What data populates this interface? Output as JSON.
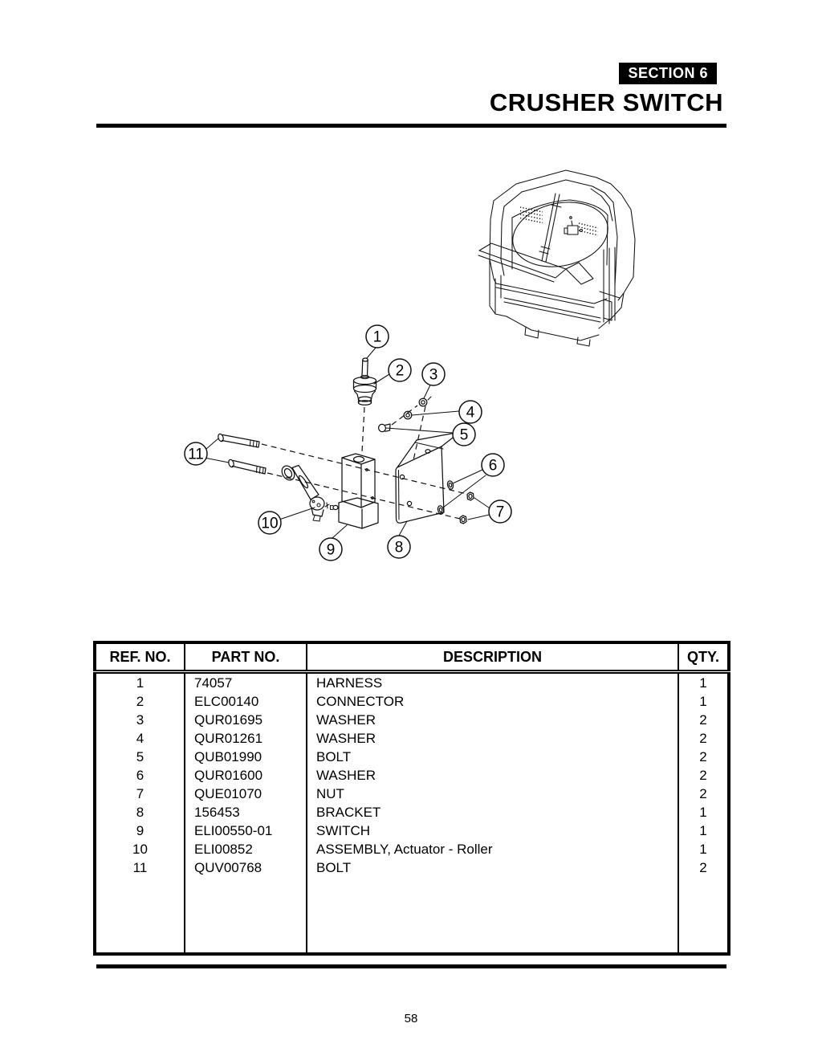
{
  "header": {
    "section_label": "SECTION 6",
    "title": "CRUSHER SWITCH"
  },
  "diagram": {
    "description": "Exploded view of crusher switch assembly with machine location drawing",
    "callouts": [
      "1",
      "2",
      "3",
      "4",
      "5",
      "6",
      "7",
      "8",
      "9",
      "10",
      "11"
    ]
  },
  "parts_table": {
    "headers": {
      "ref": "REF. NO.",
      "part": "PART NO.",
      "desc": "DESCRIPTION",
      "qty": "QTY."
    },
    "rows": [
      {
        "ref": "1",
        "part": "74057",
        "desc": "HARNESS",
        "qty": "1"
      },
      {
        "ref": "2",
        "part": "ELC00140",
        "desc": "CONNECTOR",
        "qty": "1"
      },
      {
        "ref": "3",
        "part": "QUR01695",
        "desc": "WASHER",
        "qty": "2"
      },
      {
        "ref": "4",
        "part": "QUR01261",
        "desc": "WASHER",
        "qty": "2"
      },
      {
        "ref": "5",
        "part": "QUB01990",
        "desc": "BOLT",
        "qty": "2"
      },
      {
        "ref": "6",
        "part": "QUR01600",
        "desc": "WASHER",
        "qty": "2"
      },
      {
        "ref": "7",
        "part": "QUE01070",
        "desc": "NUT",
        "qty": "2"
      },
      {
        "ref": "8",
        "part": "156453",
        "desc": "BRACKET",
        "qty": "1"
      },
      {
        "ref": "9",
        "part": "ELI00550-01",
        "desc": "SWITCH",
        "qty": "1"
      },
      {
        "ref": "10",
        "part": "ELI00852",
        "desc": "ASSEMBLY, Actuator - Roller",
        "qty": "1"
      },
      {
        "ref": "11",
        "part": "QUV00768",
        "desc": "BOLT",
        "qty": "2"
      }
    ]
  },
  "footer": {
    "page_number": "58"
  },
  "colors": {
    "ink": "#000000",
    "paper": "#ffffff"
  }
}
